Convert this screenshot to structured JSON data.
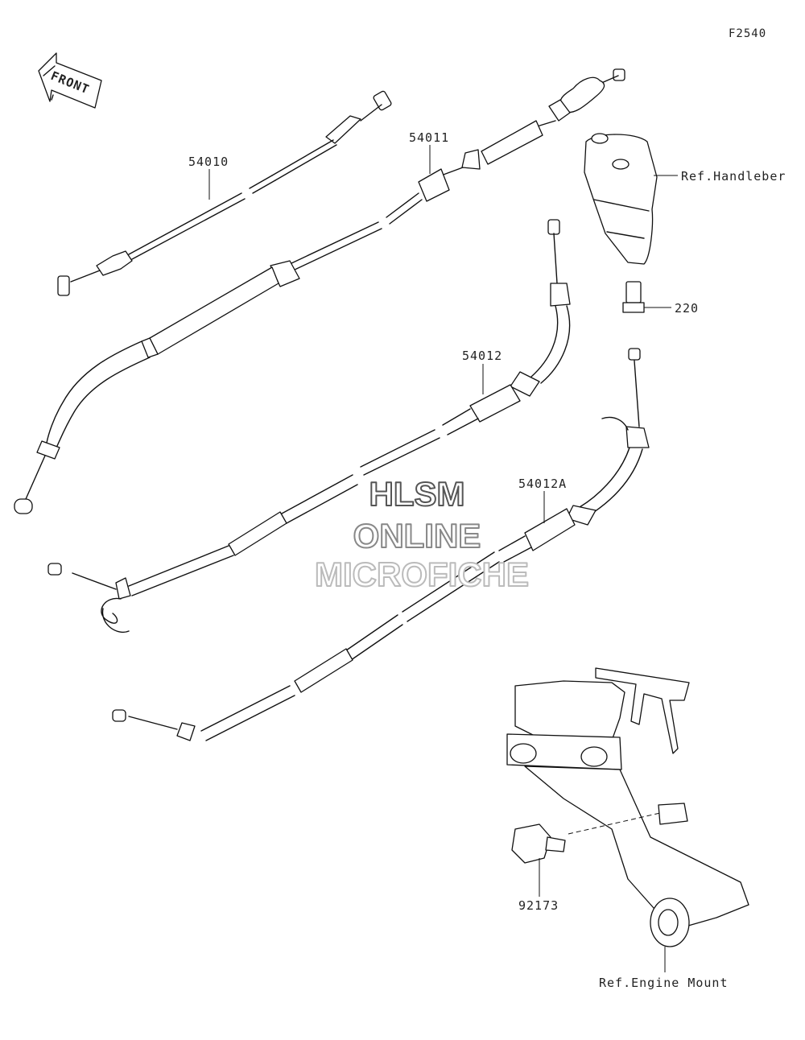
{
  "diagram_code": "F2540",
  "front_label": "FRONT",
  "parts": [
    {
      "number": "54010"
    },
    {
      "number": "54011"
    },
    {
      "number": "54012"
    },
    {
      "number": "54012A"
    },
    {
      "number": "220"
    },
    {
      "number": "92173"
    }
  ],
  "references": {
    "handlebar": "Ref.Handleber",
    "engine_mount": "Ref.Engine Mount"
  },
  "watermark": {
    "line1": "HLSM",
    "line2": "ONLINE",
    "line3": "MICROFICHE"
  }
}
